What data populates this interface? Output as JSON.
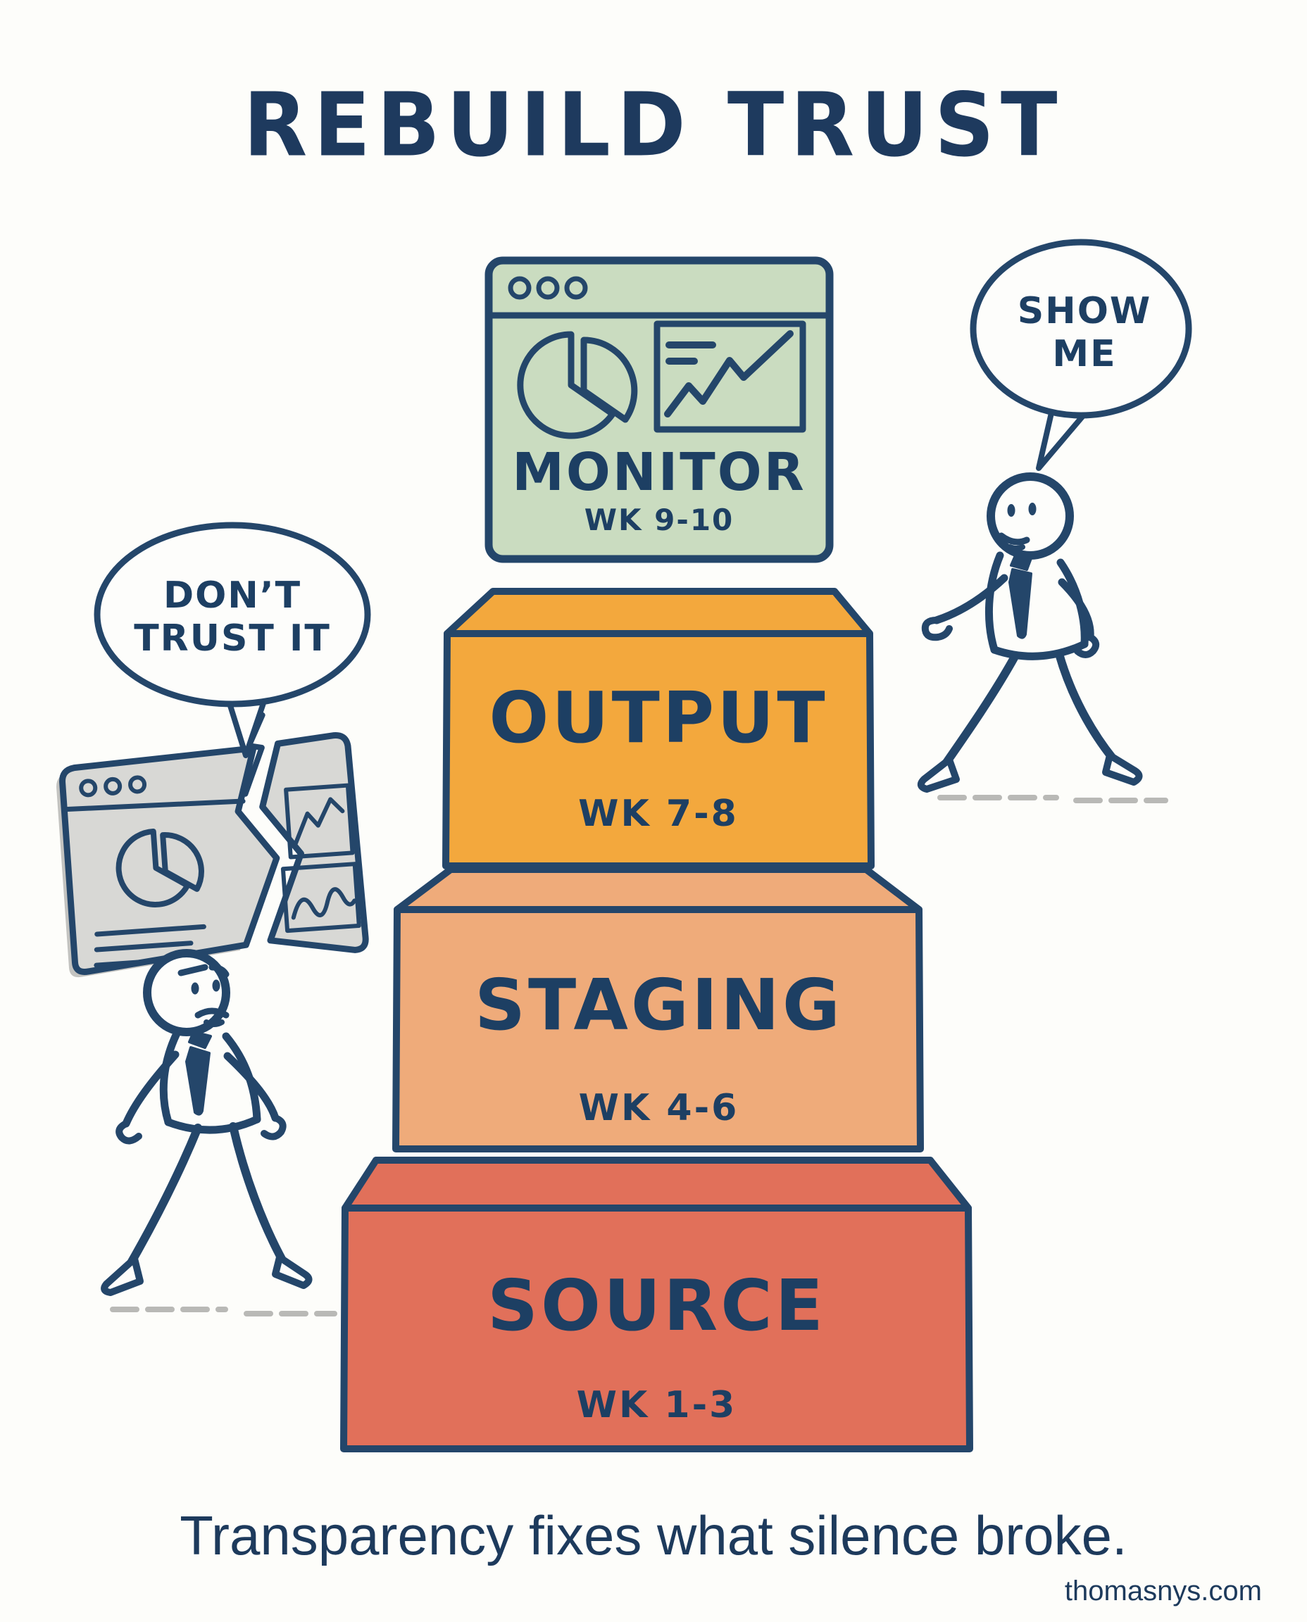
{
  "title": "REBUILD TRUST",
  "tagline": "Transparency fixes what silence broke.",
  "credit": "thomasnys.com",
  "colors": {
    "ink": "#24466a",
    "monitor_green": "#cadcc0",
    "output_orange": "#f3a83d",
    "staging_peach": "#efab7a",
    "source_salmon": "#e1705a",
    "dashboard_gray": "#d8d8d5",
    "dashboard_gray_dark": "#c3c3c0",
    "background": "#fdfdfa",
    "bubble_fill": "#fdfdfb"
  },
  "pyramid": {
    "levels": [
      {
        "id": "monitor",
        "label": "MONITOR",
        "weeks": "WK 9-10"
      },
      {
        "id": "output",
        "label": "OUTPUT",
        "weeks": "WK 7-8"
      },
      {
        "id": "staging",
        "label": "STAGING",
        "weeks": "WK 4-6"
      },
      {
        "id": "source",
        "label": "SOURCE",
        "weeks": "WK 1-3"
      }
    ]
  },
  "bubbles": {
    "left": {
      "line1": "DON’T",
      "line2": "TRUST IT"
    },
    "right": {
      "line1": "SHOW",
      "line2": "ME"
    }
  },
  "icons": {
    "pie_chart": "pie-chart-icon",
    "line_chart": "line-chart-icon",
    "window_dots": "window-dots-icon",
    "crack": "lightning-crack-icon"
  }
}
